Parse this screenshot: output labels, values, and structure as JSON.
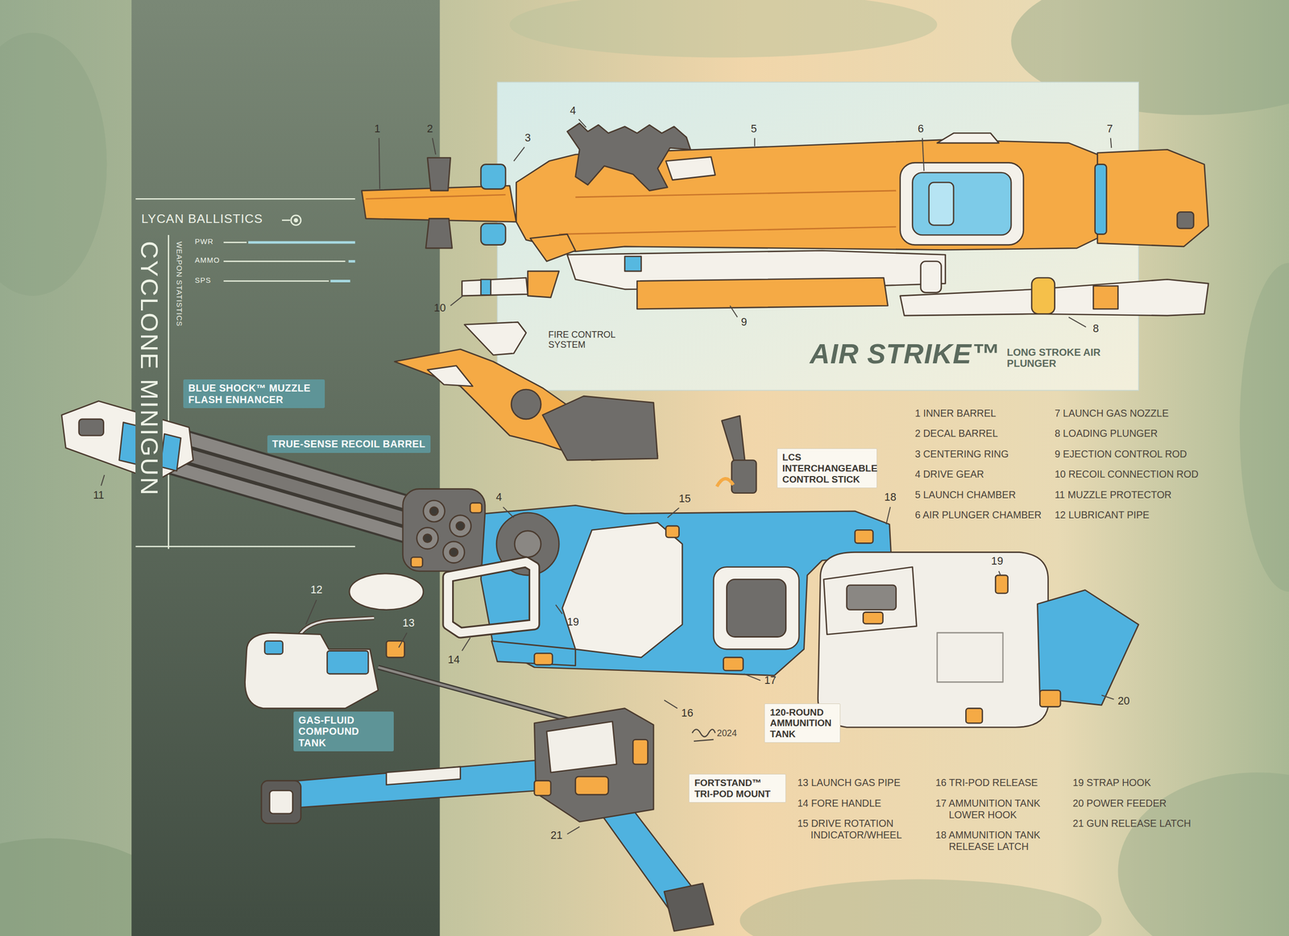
{
  "diagram": {
    "nodes": [
      {
        "text": [
          "AIR STRIKE™",
          "LONG STROKE AIR PLUNGER"
        ]
      },
      {
        "text": [
          "BLUE SHOCK™ MUZZLE FLASH ENHANCER"
        ]
      },
      {
        "text": [
          "TRUE-SENSE RECOIL BARREL"
        ]
      },
      {
        "text": [
          "LCS INTERCHANGEABLE CONTROL STICK"
        ]
      },
      {
        "text": [
          "GAS-FLUID COMPOUND TANK"
        ]
      },
      {
        "text": [
          "120-ROUND AMMUNITION TANK"
        ]
      },
      {
        "text": [
          "FORTSTAND™ TRI-POD MOUNT"
        ]
      }
    ],
    "labels": [
      "LYCAN BALLISTICS",
      "CYCLONE MINIGUN",
      "WEAPON STATISTICS",
      "PWR",
      "AMMO",
      "SPS",
      "1",
      "2",
      "3",
      "4",
      "5",
      "6",
      "7",
      "8",
      "9",
      "10",
      "FIRE CONTROL SYSTEM",
      "1 INNER BARREL",
      "2 DECAL BARREL",
      "3 CENTERING RING",
      "4 DRIVE GEAR",
      "5 LAUNCH CHAMBER",
      "6 AIR PLUNGER CHAMBER",
      "7 LAUNCH GAS NOZZLE",
      "8 LOADING PLUNGER",
      "9 EJECTION CONTROL ROD",
      "10 RECOIL CONNECTION ROD",
      "11 MUZZLE PROTECTOR",
      "12 LUBRICANT PIPE",
      "11",
      "4",
      "15",
      "18",
      "19",
      "12",
      "13",
      "14",
      "19",
      "17",
      "16",
      "20",
      "21",
      "2024",
      "13 LAUNCH GAS PIPE",
      "14 FORE HANDLE",
      "15 DRIVE ROTATION INDICATOR/WHEEL",
      "16 TRI-POD RELEASE",
      "17 AMMUNITION TANK LOWER HOOK",
      "18 AMMUNITION TANK RELEASE LATCH",
      "19 STRAP HOOK",
      "20 POWER FEEDER",
      "21 GUN RELEASE LATCH"
    ]
  }
}
